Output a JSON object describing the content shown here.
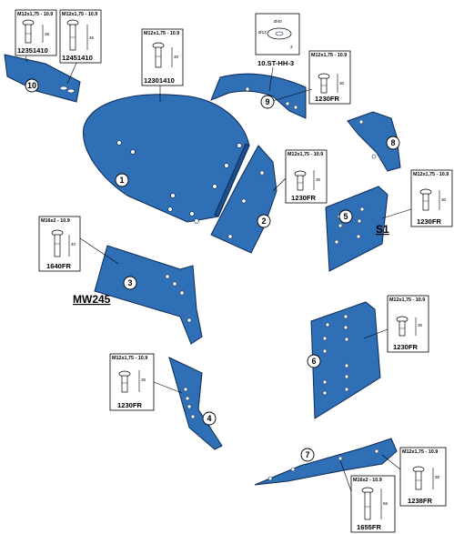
{
  "callouts": [
    "1",
    "2",
    "3",
    "4",
    "5",
    "6",
    "7",
    "8",
    "9",
    "10"
  ],
  "models": {
    "mw": "MW245",
    "s1": "S1"
  },
  "bolt_boxes": [
    {
      "spec": "M12x1,75 - 10.9",
      "length": "35",
      "code": "12351410"
    },
    {
      "spec": "M12x1,75 - 10.9",
      "length": "45",
      "code": "12451410"
    },
    {
      "spec": "M12x1,75 - 10.9",
      "length": "30",
      "code": "12301410"
    },
    {
      "spec": "M12x1,75 - 10.9",
      "length": "30",
      "code": "1230FR"
    },
    {
      "spec": "M12x1,75 - 10.9",
      "length": "30",
      "code": "1230FR"
    },
    {
      "spec": "M12x1,75 - 10.9",
      "length": "30",
      "code": "1230FR"
    },
    {
      "spec": "M16x2 - 10.9",
      "length": "40",
      "code": "1640FR"
    },
    {
      "spec": "M12x1,75 - 10.9",
      "length": "30",
      "code": "1230FR"
    },
    {
      "spec": "M12x1,75 - 10.9",
      "length": "30",
      "code": "1230FR"
    },
    {
      "spec": "M12x1,75 - 10.9",
      "length": "38",
      "code": "1238FR"
    },
    {
      "spec": "M16x2 - 10.9",
      "length": "55",
      "code": "1655FR"
    }
  ],
  "washer": {
    "outer": "Ø40",
    "inner": "Ø13",
    "thickness": "3",
    "code": "10.ST-HH-3"
  },
  "colors": {
    "part_fill": "#2f6fb6",
    "part_stroke": "#0d2a52"
  }
}
